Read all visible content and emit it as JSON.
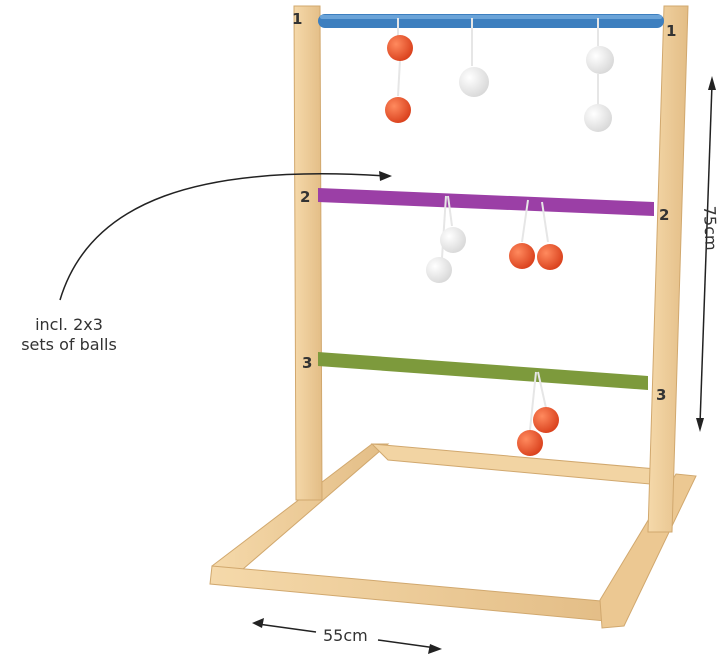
{
  "image": {
    "subject": "ladder toss game with three rungs and bolas",
    "colors": {
      "wood": "#f0cf9c",
      "wood_dark": "#d9b37a",
      "rung_top": "#3d7fbf",
      "rung_middle": "#9b3fa6",
      "rung_bottom": "#7d9a3c",
      "ball_red": "#e8502a",
      "ball_white": "#f2f2f2"
    }
  },
  "labels": {
    "rung_1_left": "1",
    "rung_1_right": "1",
    "rung_2_left": "2",
    "rung_2_right": "2",
    "rung_3_left": "3",
    "rung_3_right": "3",
    "height": "75cm",
    "width": "55cm",
    "balls_line1": "incl. 2x3",
    "balls_line2": "sets of balls"
  }
}
